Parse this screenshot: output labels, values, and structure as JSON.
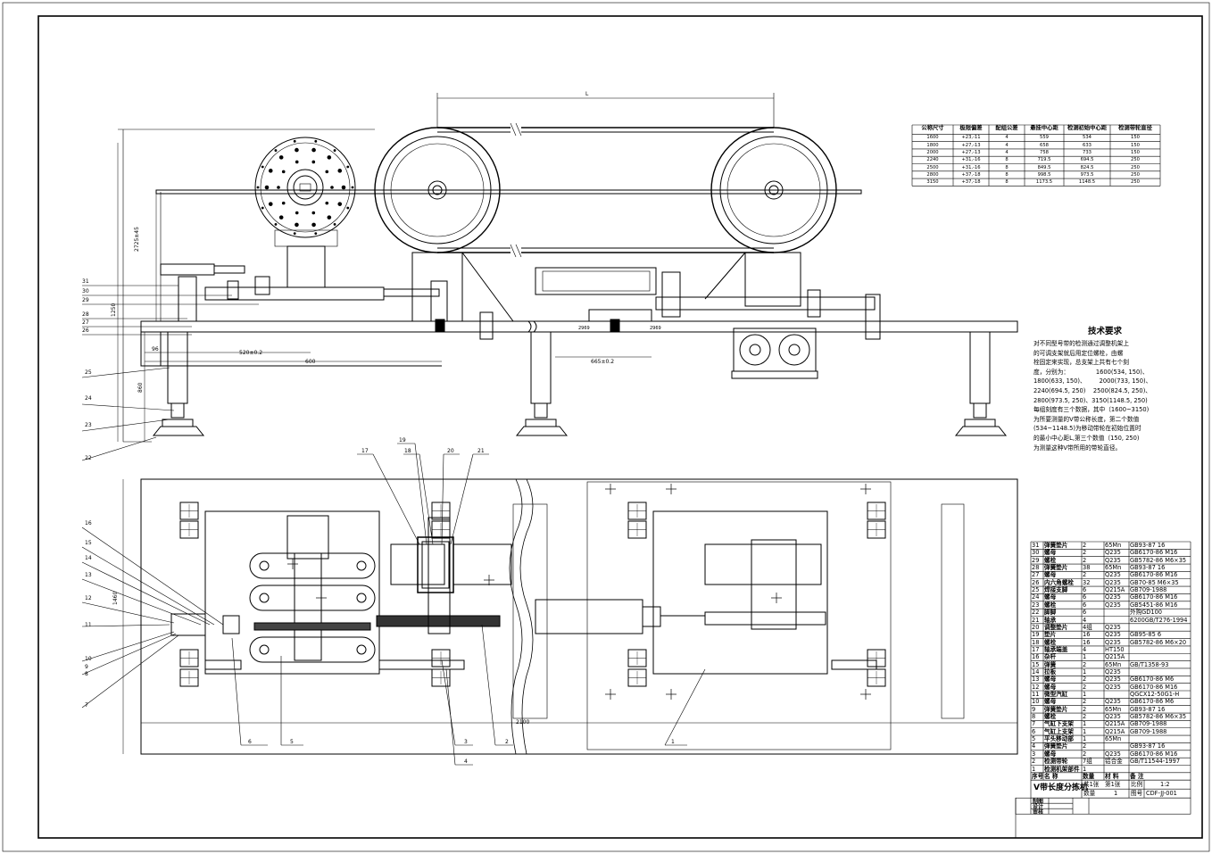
{
  "drawing": {
    "dims": {
      "L": "L",
      "d2725": "2725±45",
      "d1250": "1250",
      "d96": "96",
      "d520": "520±0.2",
      "d600": "600",
      "d860": "860",
      "d665": "665±0.2",
      "d2100": "2100",
      "d1460": "1460",
      "d2969": "2969",
      "d2969b": "2969"
    },
    "leaders": [
      "31",
      "30",
      "29",
      "28",
      "27",
      "26",
      "25",
      "24",
      "23",
      "22",
      "16",
      "15",
      "14",
      "13",
      "12",
      "11",
      "10",
      "9",
      "8",
      "7",
      "6",
      "5",
      "4",
      "3",
      "2",
      "1",
      "17",
      "18",
      "19",
      "20",
      "21"
    ]
  },
  "size_table": {
    "headers": [
      "公称尺寸",
      "极限偏差",
      "配组公差",
      "悬挂中心距",
      "检测初始中心距",
      "检测带轮直径"
    ],
    "rows": [
      [
        "1600",
        "+23,-11",
        "4",
        "559",
        "534",
        "150"
      ],
      [
        "1800",
        "+27,-13",
        "4",
        "658",
        "633",
        "150"
      ],
      [
        "2000",
        "+27,-13",
        "4",
        "758",
        "733",
        "150"
      ],
      [
        "2240",
        "+31,-16",
        "8",
        "719.5",
        "694.5",
        "250"
      ],
      [
        "2500",
        "+31,-16",
        "8",
        "849.5",
        "824.5",
        "250"
      ],
      [
        "2800",
        "+37,-18",
        "8",
        "998.5",
        "973.5",
        "250"
      ],
      [
        "3150",
        "+37,-18",
        "8",
        "1173.5",
        "1148.5",
        "250"
      ]
    ]
  },
  "tech_req": {
    "title": "技术要求",
    "lines": [
      "对不同型号带的检测通过调整机架上",
      "的可调支架就后用定位螺栓，由螺",
      "栓固定来实现，总支架上共有七个刻",
      "度，分别为：              1600(534, 150)、",
      "1800(633, 150)、       2000(733, 150)、",
      "2240(694.5, 250)    2500(824.5, 250)、",
      "2800(973.5, 250)、3150(1148.5, 250)",
      "每组刻度有三个数据，其中（1600~3150)",
      "为所要测量的V带公称长度，第二个数值",
      "(534~1148.5)为移动带轮在初始位置时",
      "的最小中心距L,第三个数值（150, 250)",
      "为测量这种V带所用的带轮直径。"
    ]
  },
  "bom": [
    [
      "31",
      "弹簧垫片",
      "2",
      "65Mn",
      "GB93-87 16"
    ],
    [
      "30",
      "螺母",
      "2",
      "Q235",
      "GB6170-86 M16"
    ],
    [
      "29",
      "螺栓",
      "2",
      "Q235",
      "GB5782-86 M6×35"
    ],
    [
      "28",
      "弹簧垫片",
      "38",
      "65Mn",
      "GB93-87 16"
    ],
    [
      "27",
      "螺母",
      "2",
      "Q235",
      "GB6170-86 M16"
    ],
    [
      "26",
      "内六角螺栓",
      "32",
      "Q235",
      "GB70-85 M6×35"
    ],
    [
      "25",
      "焊接支脚",
      "6",
      "Q215A",
      "GB709-1988"
    ],
    [
      "24",
      "螺母",
      "6",
      "Q235",
      "GB6170-86 M16"
    ],
    [
      "23",
      "螺栓",
      "6",
      "Q235",
      "GB5451-86 M16"
    ],
    [
      "22",
      "脚脚",
      "6",
      "",
      "外购GD100"
    ],
    [
      "21",
      "轴承",
      "4",
      "",
      "6200GB/T276-1994"
    ],
    [
      "20",
      "调整垫片",
      "4组",
      "Q235",
      ""
    ],
    [
      "19",
      "垫片",
      "16",
      "Q235",
      "GB95-85 6"
    ],
    [
      "18",
      "螺栓",
      "16",
      "Q235",
      "GB5782-86 M6×20"
    ],
    [
      "17",
      "轴承端盖",
      "4",
      "HT150",
      ""
    ],
    [
      "16",
      "杂杆",
      "1",
      "Q215A",
      ""
    ],
    [
      "15",
      "弹簧",
      "2",
      "65Mn",
      "GB/T1358-93"
    ],
    [
      "14",
      "拉板",
      "1",
      "Q235",
      ""
    ],
    [
      "13",
      "螺母",
      "2",
      "Q235",
      "GB6170-86 M6"
    ],
    [
      "12",
      "螺母",
      "2",
      "Q235",
      "GB6170-86 M16"
    ],
    [
      "11",
      "微型汽缸",
      "1",
      "",
      "QGCX12-50G1-H"
    ],
    [
      "10",
      "螺母",
      "2",
      "Q235",
      "GB6170-86 M6"
    ],
    [
      "9",
      "弹簧垫片",
      "2",
      "65Mn",
      "GB93-87 16"
    ],
    [
      "8",
      "螺栓",
      "2",
      "Q235",
      "GB5782-86 M6×35"
    ],
    [
      "7",
      "气缸下支架",
      "1",
      "Q215A",
      "GB709-1988"
    ],
    [
      "6",
      "气缸上支架",
      "1",
      "Q215A",
      "GB709-1988"
    ],
    [
      "5",
      "平头移动部",
      "1",
      "65Mn",
      ""
    ],
    [
      "4",
      "弹簧垫片",
      "2",
      "",
      "GB93-87 16"
    ],
    [
      "3",
      "螺母",
      "2",
      "Q235",
      "GB6170-86 M16"
    ],
    [
      "2",
      "检测带轮",
      "7组",
      "铝合金",
      "GB/T11544-1997"
    ],
    [
      "1",
      "检测机架部件",
      "1",
      "",
      ""
    ]
  ],
  "bom_header": {
    "no": "序号",
    "name": "名 称",
    "qty": "数量",
    "mat": "材 料",
    "note": "备 注"
  },
  "title_block": {
    "title": "V带长度分拣机",
    "sheets": "共1张",
    "sheet_no": "第1张",
    "scale_label": "比例",
    "scale": "1:2",
    "qty_label": "数量",
    "qty": "1",
    "drawing_no_label": "图号",
    "drawing_no": "CDF-JJ-001",
    "drawn": "制图",
    "design": "设计",
    "check": "审核"
  }
}
